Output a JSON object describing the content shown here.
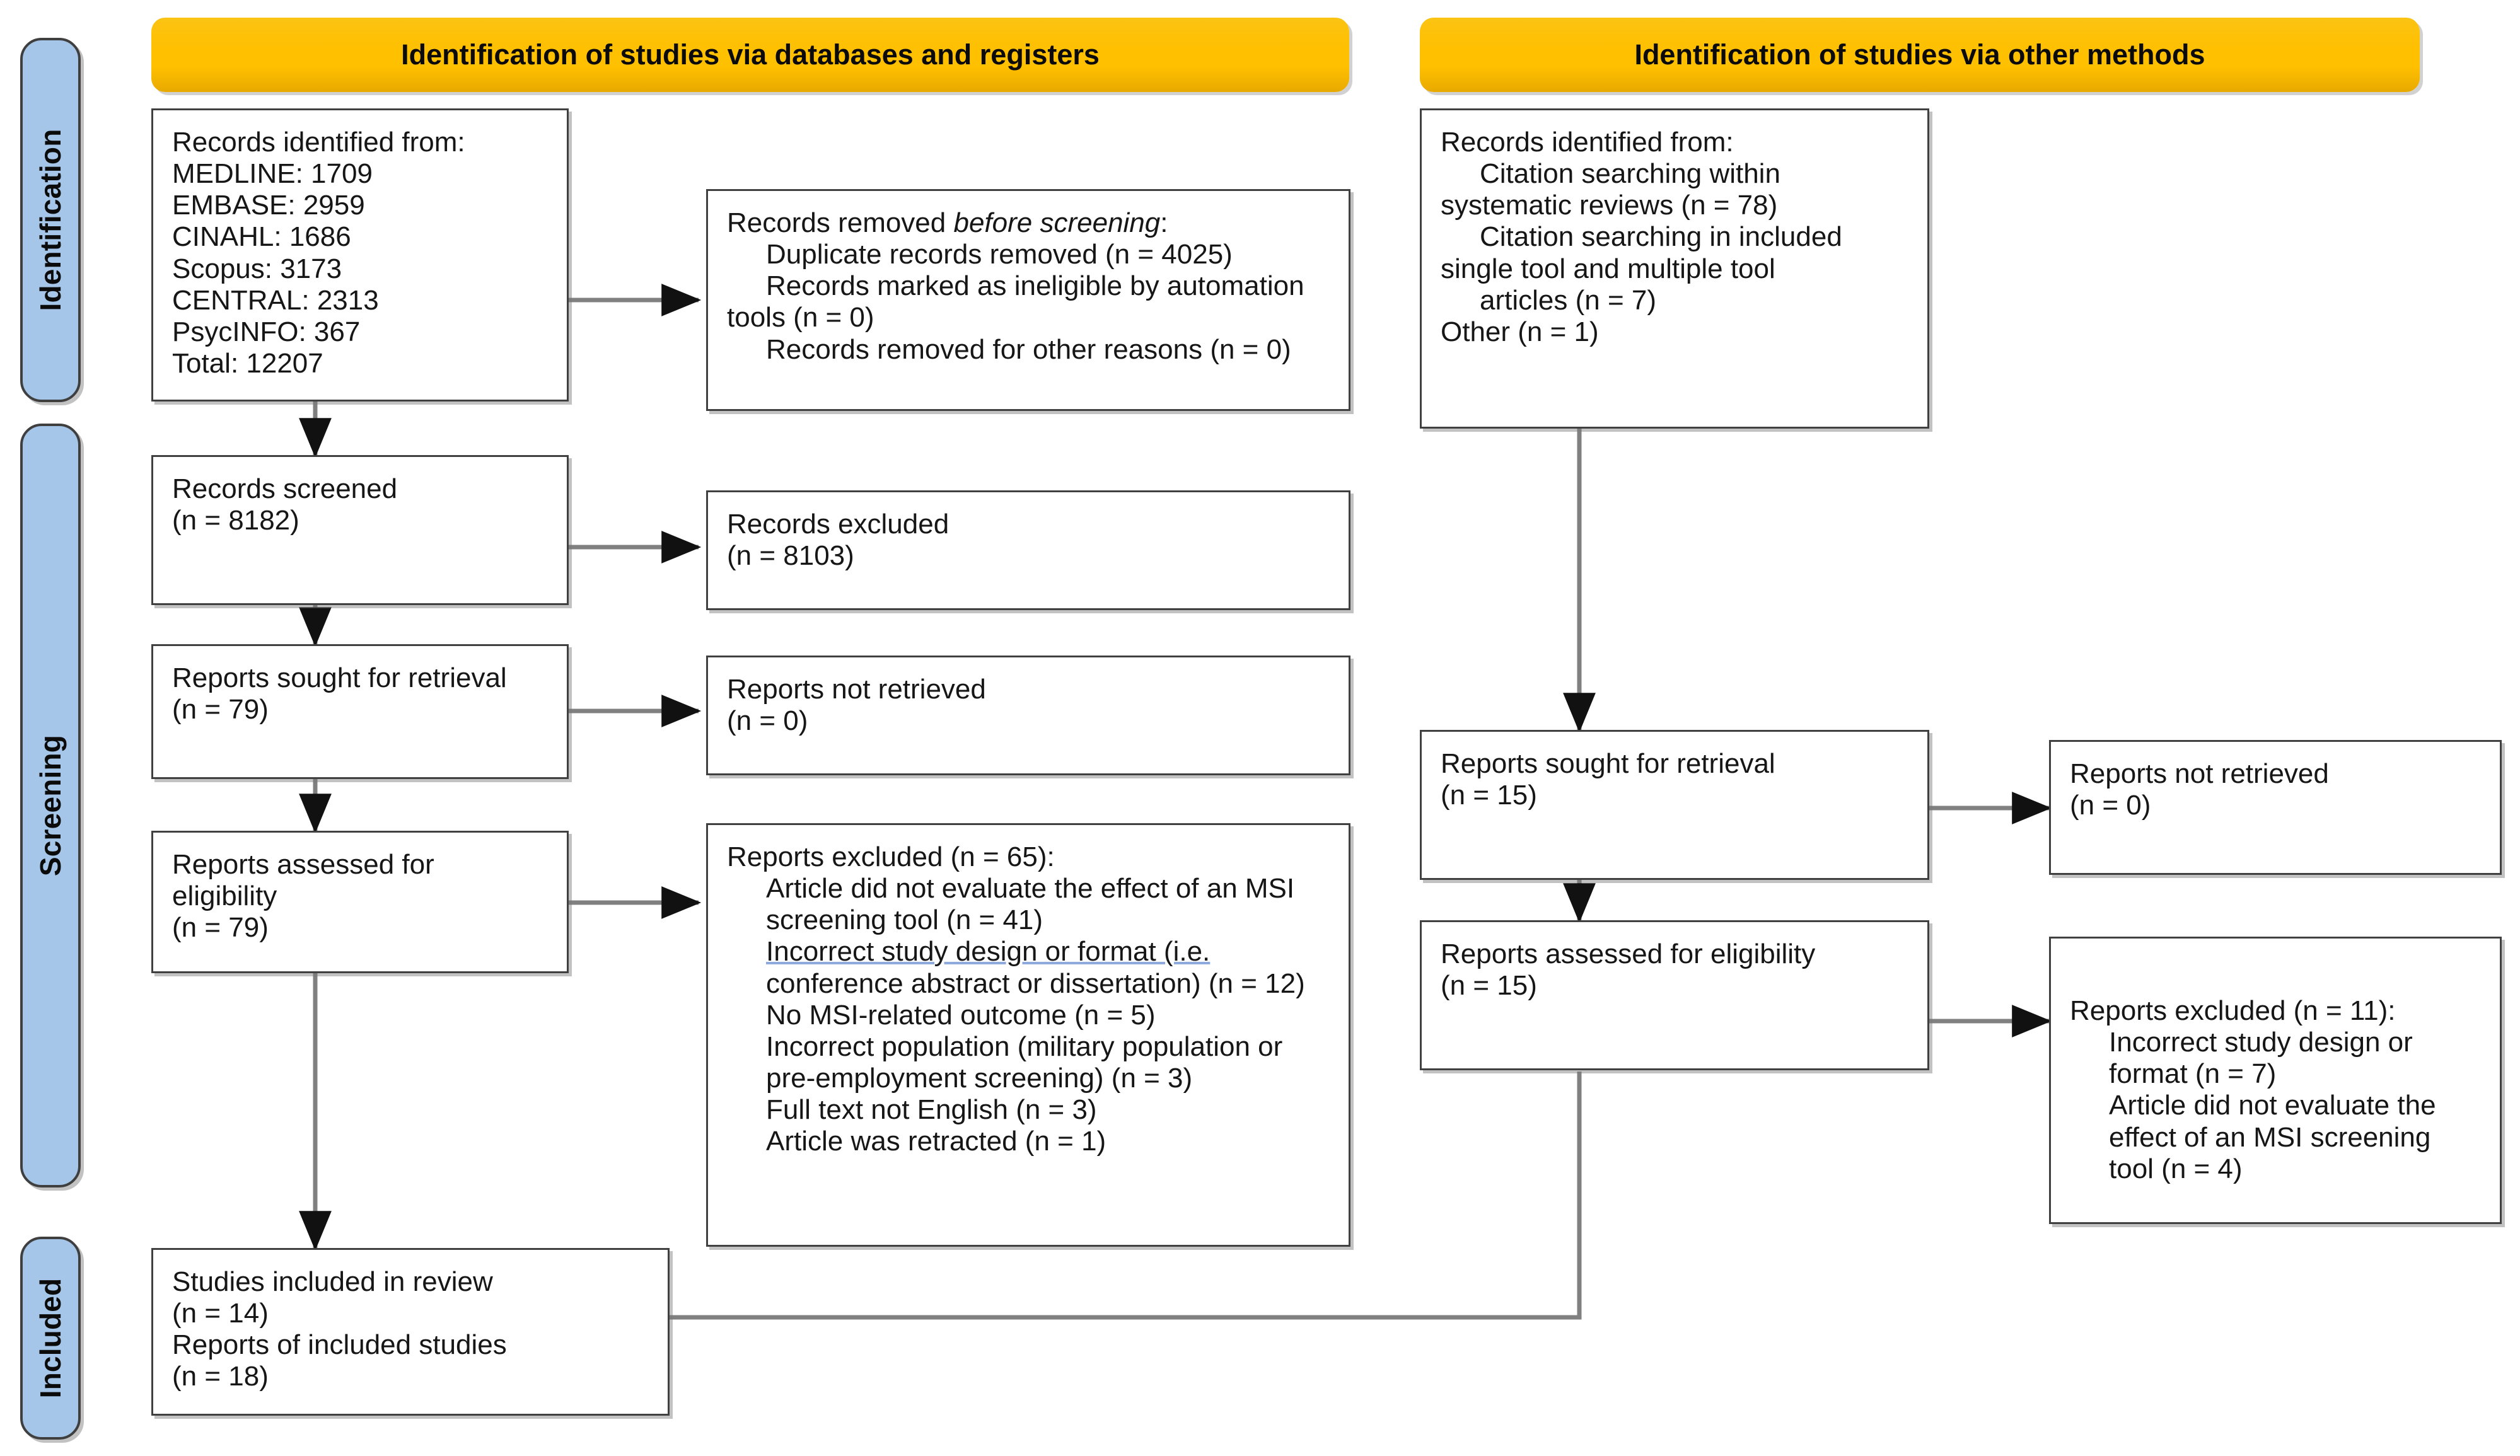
{
  "diagram": {
    "title": "PRISMA 2020 flow diagram",
    "colors": {
      "header_yellow": "#FFC000",
      "stage_blue": "#A5C6E8",
      "box_border": "#404040",
      "connector": "#808080",
      "spellcheck_underline": "#8EA9DB"
    }
  },
  "stages": [
    {
      "key": "identification",
      "label": "Identification"
    },
    {
      "key": "screening",
      "label": "Screening"
    },
    {
      "key": "included",
      "label": "Included"
    }
  ],
  "columns": [
    {
      "key": "databases",
      "header": "Identification of studies via databases and registers"
    },
    {
      "key": "other",
      "header": "Identification of studies via other methods"
    }
  ],
  "boxes": {
    "db_identified": {
      "name": "records-identified-databases",
      "lines": [
        "Records identified from:",
        "MEDLINE: 1709",
        "EMBASE: 2959",
        "CINAHL: 1686",
        "Scopus: 3173",
        "CENTRAL: 2313",
        "PsycINFO: 367",
        "Total: 12207"
      ]
    },
    "db_removed": {
      "name": "records-removed-before-screening",
      "heading_plain": "Records removed ",
      "heading_italic": "before screening",
      "heading_tail": ":",
      "items": [
        "Duplicate records removed (n = 4025)",
        "Records marked as ineligible by automation",
        "tools (n = 0)",
        "Records removed for other reasons (n = 0)"
      ]
    },
    "db_screened": {
      "name": "records-screened",
      "lines": [
        "Records screened",
        "(n = 8182)"
      ]
    },
    "db_excluded": {
      "name": "records-excluded",
      "lines": [
        "Records excluded",
        "(n = 8103)"
      ]
    },
    "db_sought": {
      "name": "reports-sought-for-retrieval",
      "lines": [
        "Reports sought for retrieval",
        "(n = 79)"
      ]
    },
    "db_notretrieved": {
      "name": "reports-not-retrieved",
      "lines": [
        "Reports not retrieved",
        "(n = 0)"
      ]
    },
    "db_assessed": {
      "name": "reports-assessed-for-eligibility",
      "lines": [
        "Reports assessed for",
        "eligibility",
        "(n = 79)"
      ]
    },
    "db_repexcluded": {
      "name": "reports-excluded-databases",
      "heading": "Reports excluded (n = 65):",
      "items": [
        "Article did not evaluate the effect of an MSI",
        "screening tool (n = 41)",
        "Incorrect study design or format (i.e.",
        "conference abstract or dissertation) (n = 12)",
        "No MSI-related outcome (n = 5)",
        "Incorrect population (military population or",
        "pre-employment screening) (n = 3)",
        "Full text not English (n = 3)",
        "Article was retracted (n = 1)"
      ]
    },
    "included": {
      "name": "studies-included-in-review",
      "lines": [
        "Studies included in review",
        "(n = 14)",
        "Reports of included studies",
        "(n = 18)"
      ]
    },
    "ot_identified": {
      "name": "records-identified-other-methods",
      "heading": "Records identified from:",
      "items": [
        "Citation searching within",
        "systematic reviews (n = 78)",
        "Citation searching in included",
        "single tool and multiple tool",
        "articles (n = 7)",
        "Other (n = 1)"
      ]
    },
    "ot_sought": {
      "name": "reports-sought-for-retrieval-other",
      "lines": [
        "Reports sought for retrieval",
        "(n = 15)"
      ]
    },
    "ot_notretrieved": {
      "name": "reports-not-retrieved-other",
      "lines": [
        "Reports not retrieved",
        "(n = 0)"
      ]
    },
    "ot_assessed": {
      "name": "reports-assessed-for-eligibility-other",
      "lines": [
        "Reports assessed for eligibility",
        "(n = 15)"
      ]
    },
    "ot_repexcluded": {
      "name": "reports-excluded-other",
      "heading": "Reports excluded (n = 11):",
      "items": [
        "Incorrect study design or",
        "format (n = 7)",
        "Article did not evaluate the",
        "effect of an MSI screening",
        "tool (n = 4)"
      ]
    }
  },
  "chart_data": {
    "type": "table",
    "title": "PRISMA 2020 flow of information through the systematic review",
    "databases_and_registers": {
      "records_identified": {
        "MEDLINE": 1709,
        "EMBASE": 2959,
        "CINAHL": 1686,
        "Scopus": 3173,
        "CENTRAL": 2313,
        "PsycINFO": 367,
        "Total": 12207
      },
      "records_removed_before_screening": {
        "duplicate_records_removed": 4025,
        "marked_ineligible_by_automation_tools": 0,
        "removed_for_other_reasons": 0
      },
      "records_screened": 8182,
      "records_excluded": 8103,
      "reports_sought_for_retrieval": 79,
      "reports_not_retrieved": 0,
      "reports_assessed_for_eligibility": 79,
      "reports_excluded_total": 65,
      "reports_excluded_reasons": {
        "article_did_not_evaluate_effect_of_MSI_screening_tool": 41,
        "incorrect_study_design_or_format": 12,
        "no_MSI_related_outcome": 5,
        "incorrect_population": 3,
        "full_text_not_english": 3,
        "article_was_retracted": 1
      }
    },
    "other_methods": {
      "records_identified": {
        "citation_searching_within_systematic_reviews": 78,
        "citation_searching_in_included_single_and_multiple_tool_articles": 7,
        "other": 1
      },
      "reports_sought_for_retrieval": 15,
      "reports_not_retrieved": 0,
      "reports_assessed_for_eligibility": 15,
      "reports_excluded_total": 11,
      "reports_excluded_reasons": {
        "incorrect_study_design_or_format": 7,
        "article_did_not_evaluate_effect_of_MSI_screening_tool": 4
      }
    },
    "included": {
      "studies_included_in_review": 14,
      "reports_of_included_studies": 18
    }
  }
}
